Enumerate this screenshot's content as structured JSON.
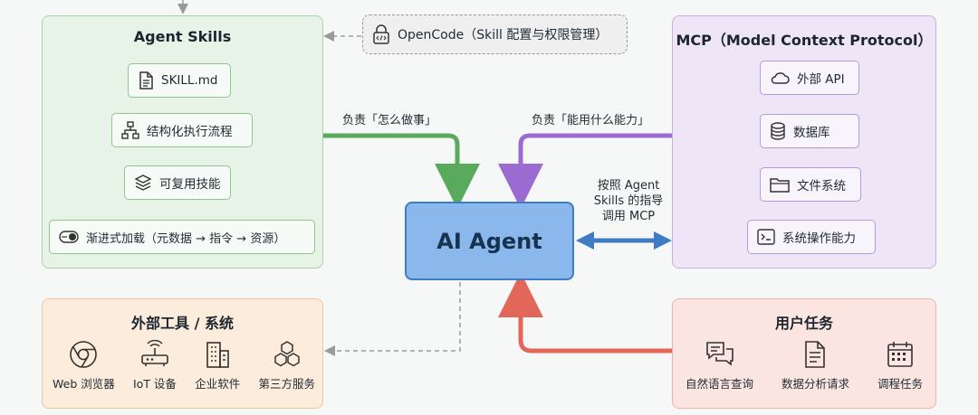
{
  "skills": {
    "title": "Agent Skills",
    "items": [
      {
        "label": "SKILL.md",
        "icon": "document-icon"
      },
      {
        "label": "结构化执行流程",
        "icon": "flowchart-icon"
      },
      {
        "label": "可复用技能",
        "icon": "layers-icon"
      },
      {
        "label": "渐进式加载（元数据 → 指令 → 资源）",
        "icon": "toggle-icon"
      }
    ]
  },
  "opencode": {
    "label": "OpenCode（Skill 配置与权限管理）",
    "icon": "code-lock-icon"
  },
  "mcp": {
    "title": "MCP（Model Context Protocol）",
    "items": [
      {
        "label": "外部 API",
        "icon": "cloud-icon"
      },
      {
        "label": "数据库",
        "icon": "database-icon"
      },
      {
        "label": "文件系统",
        "icon": "folder-icon"
      },
      {
        "label": "系统操作能力",
        "icon": "terminal-icon"
      }
    ]
  },
  "agent": {
    "label": "AI Agent"
  },
  "arrows": {
    "skills_label": "负责「怎么做事」",
    "mcp_label": "负责「能用什么能力」",
    "guide_line1": "按照 Agent",
    "guide_line2": "Skills 的指导",
    "guide_line3": "调用 MCP"
  },
  "tools": {
    "title": "外部工具 / 系统",
    "items": [
      {
        "label": "Web 浏览器",
        "icon": "chrome-icon"
      },
      {
        "label": "IoT 设备",
        "icon": "router-icon"
      },
      {
        "label": "企业软件",
        "icon": "building-icon"
      },
      {
        "label": "第三方服务",
        "icon": "cubes-icon"
      }
    ]
  },
  "tasks": {
    "title": "用户任务",
    "items": [
      {
        "label": "自然语言查询",
        "icon": "chat-icon"
      },
      {
        "label": "数据分析请求",
        "icon": "report-icon"
      },
      {
        "label": "调程任务",
        "icon": "calendar-icon"
      }
    ]
  },
  "colors": {
    "green": "#5aaa5e",
    "purple": "#9b6bd1",
    "blue": "#3f7cc4",
    "red": "#e3665a",
    "gray": "#9a9a9a"
  }
}
